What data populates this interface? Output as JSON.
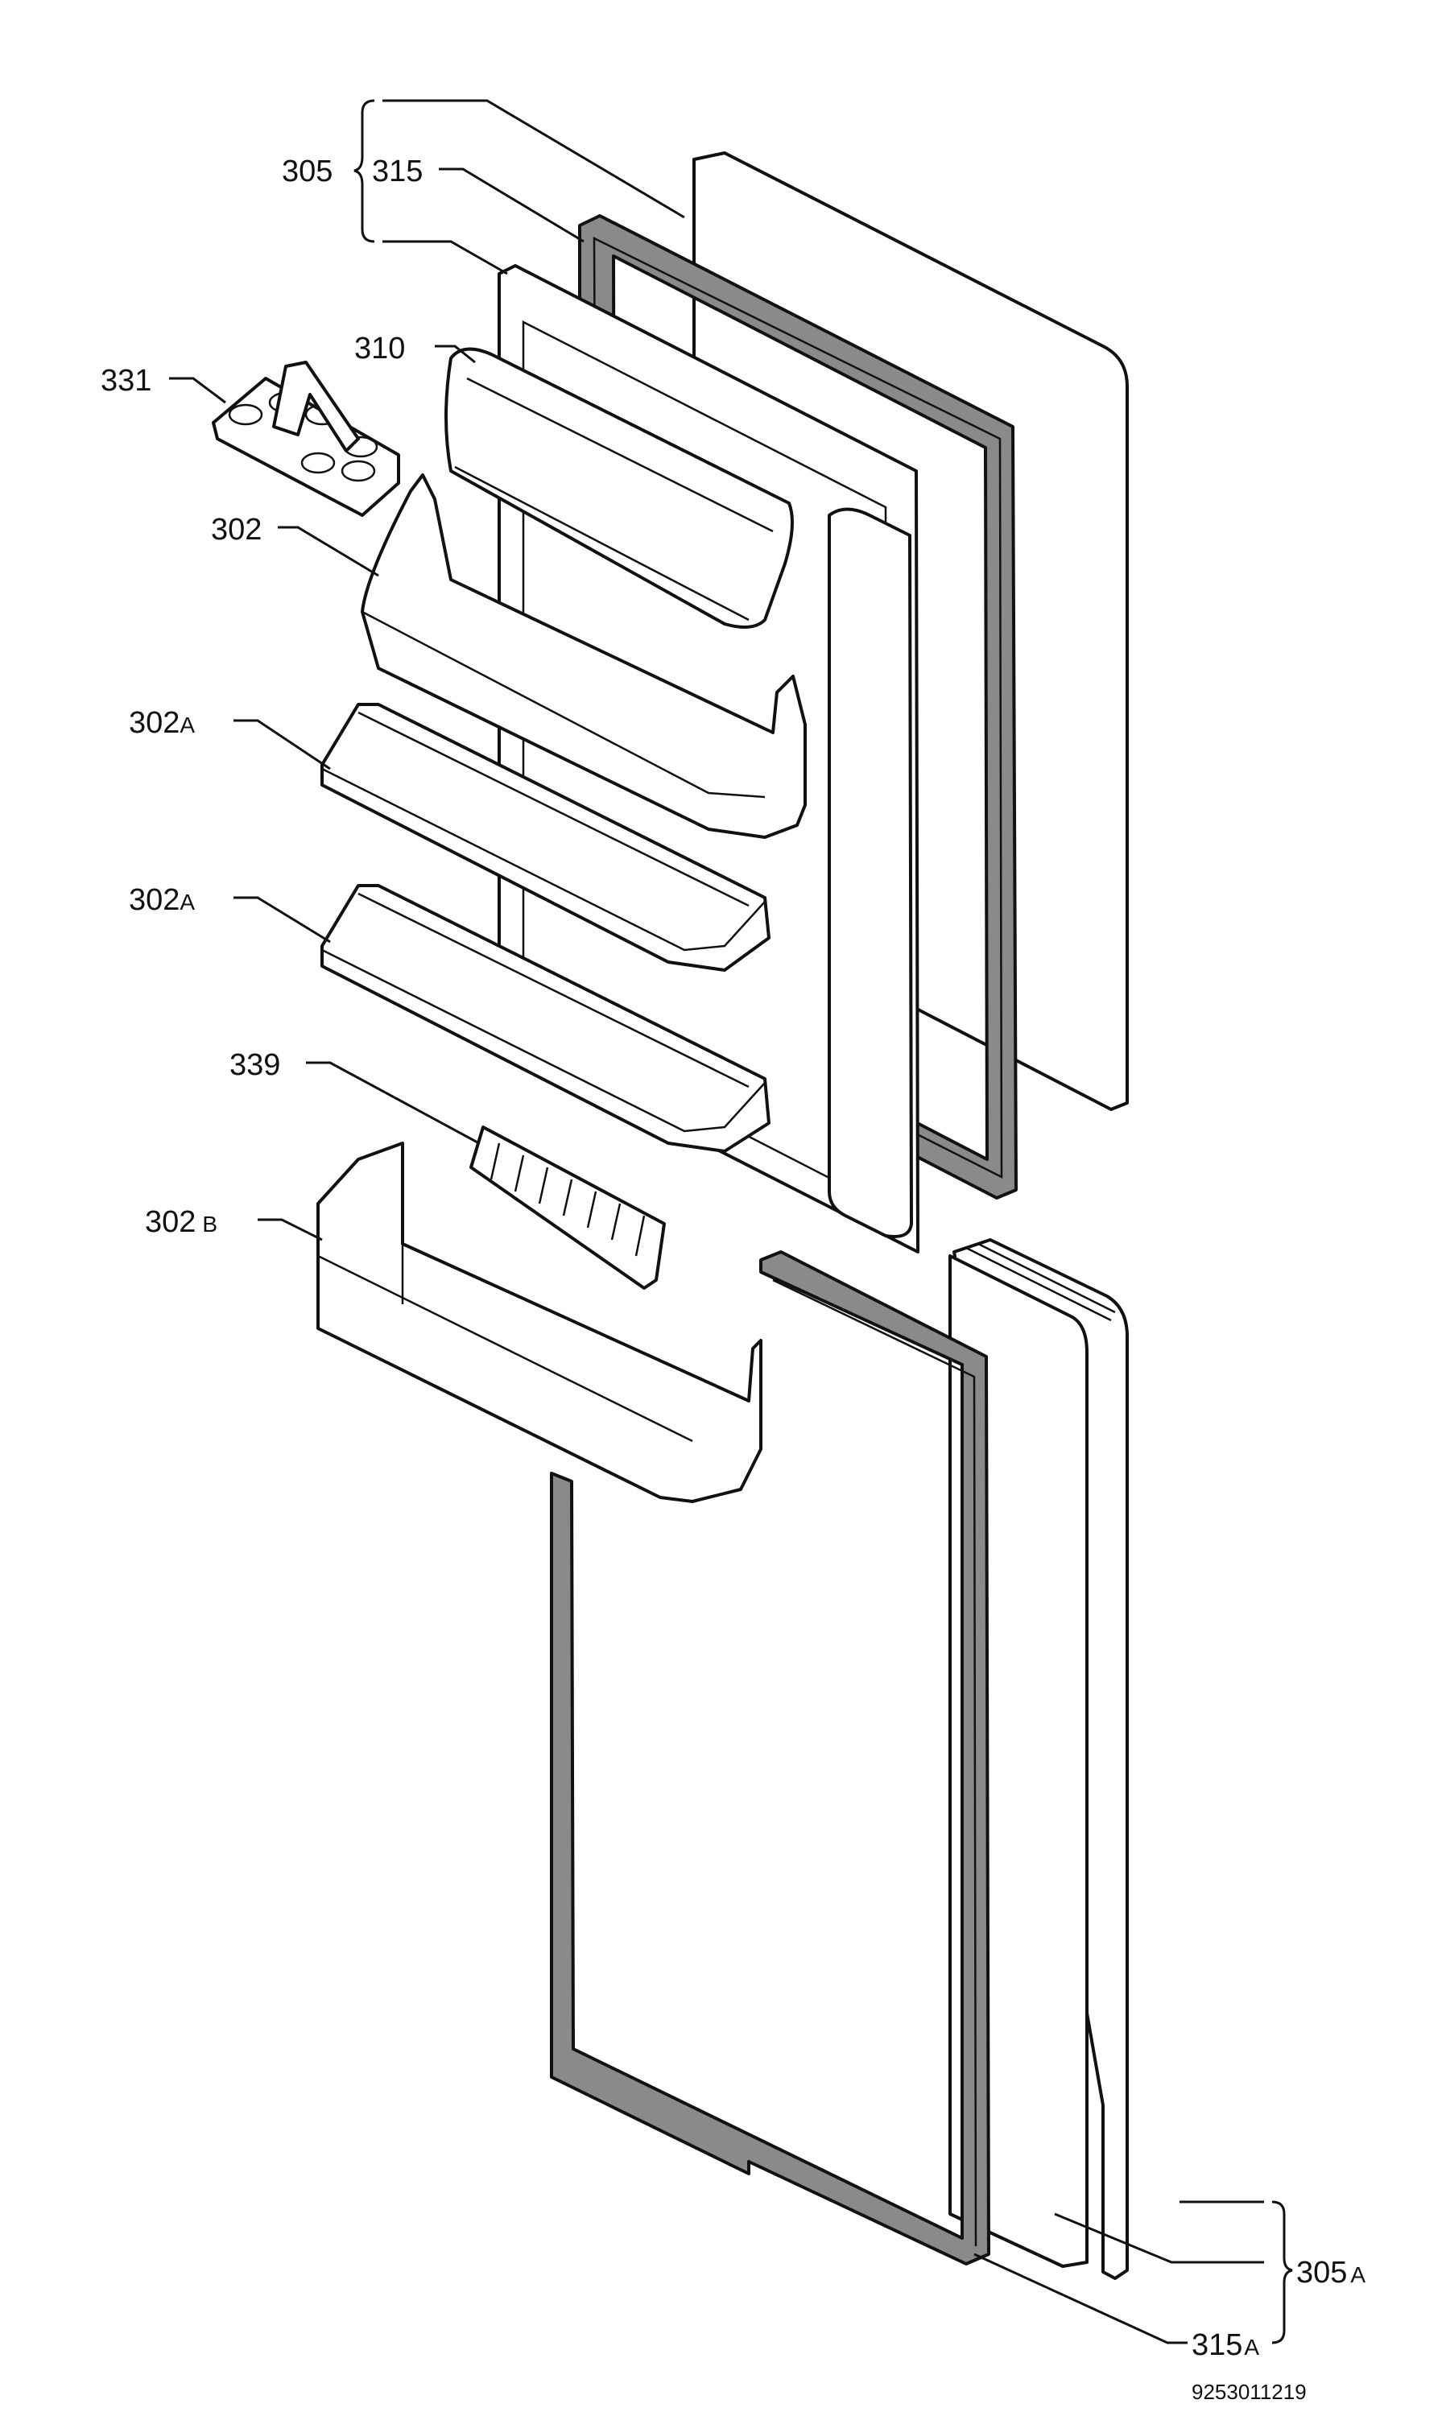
{
  "labels": {
    "l305": "305",
    "l315": "315",
    "l310": "310",
    "l331": "331",
    "l302": "302",
    "l302a_1_num": "302",
    "l302a_1_sub": "A",
    "l302a_2_num": "302",
    "l302a_2_sub": "A",
    "l339": "339",
    "l302b_num": "302",
    "l302b_sub": "B",
    "l305a_num": "305",
    "l305a_sub": "A",
    "l315a_num": "315",
    "l315a_sub": "A"
  },
  "footer": {
    "drawing_number": "9253011219"
  }
}
